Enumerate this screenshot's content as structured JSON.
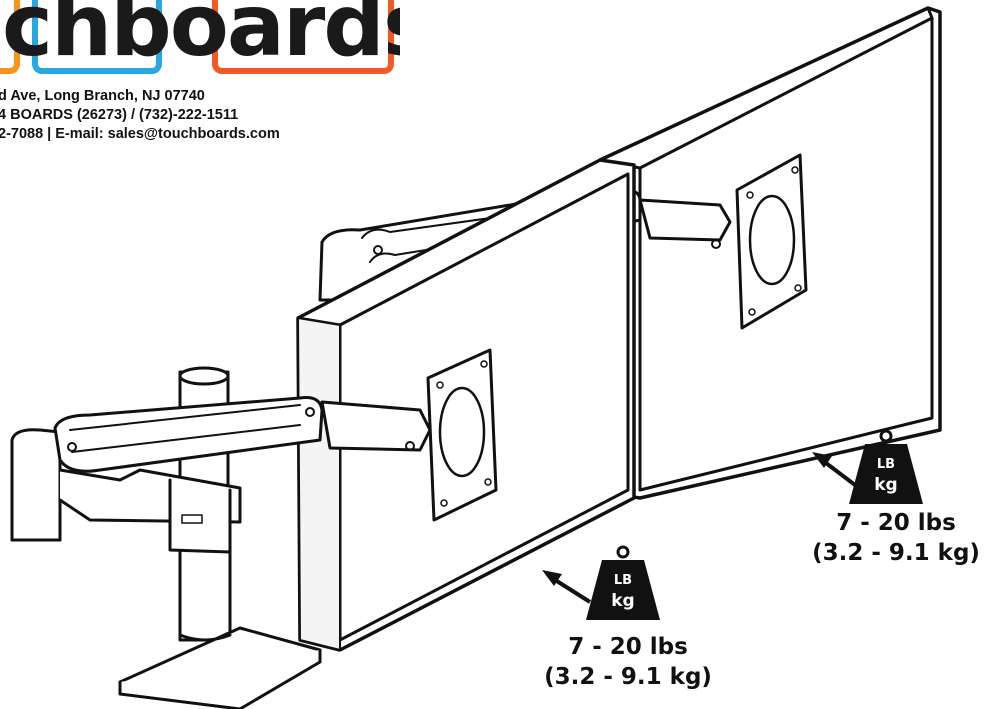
{
  "brand": {
    "logo_text": "chboards",
    "colors": {
      "orange": "#f7941d",
      "blue": "#29a8e0",
      "red_orange": "#f15a24"
    }
  },
  "contact": {
    "line1": "d Ave, Long Branch, NJ 07740",
    "line2": "4 BOARDS (26273) / (732)-222-1511",
    "line3": "2-7088 | E-mail: sales@touchboards.com"
  },
  "capacity_right": {
    "unit_top": "LB",
    "unit_bottom": "kg",
    "lbs": "7 - 20 lbs",
    "kg": "(3.2 - 9.1 kg)"
  },
  "capacity_left": {
    "unit_top": "LB",
    "unit_bottom": "kg",
    "lbs": "7 - 20 lbs",
    "kg": "(3.2 - 9.1 kg)"
  }
}
